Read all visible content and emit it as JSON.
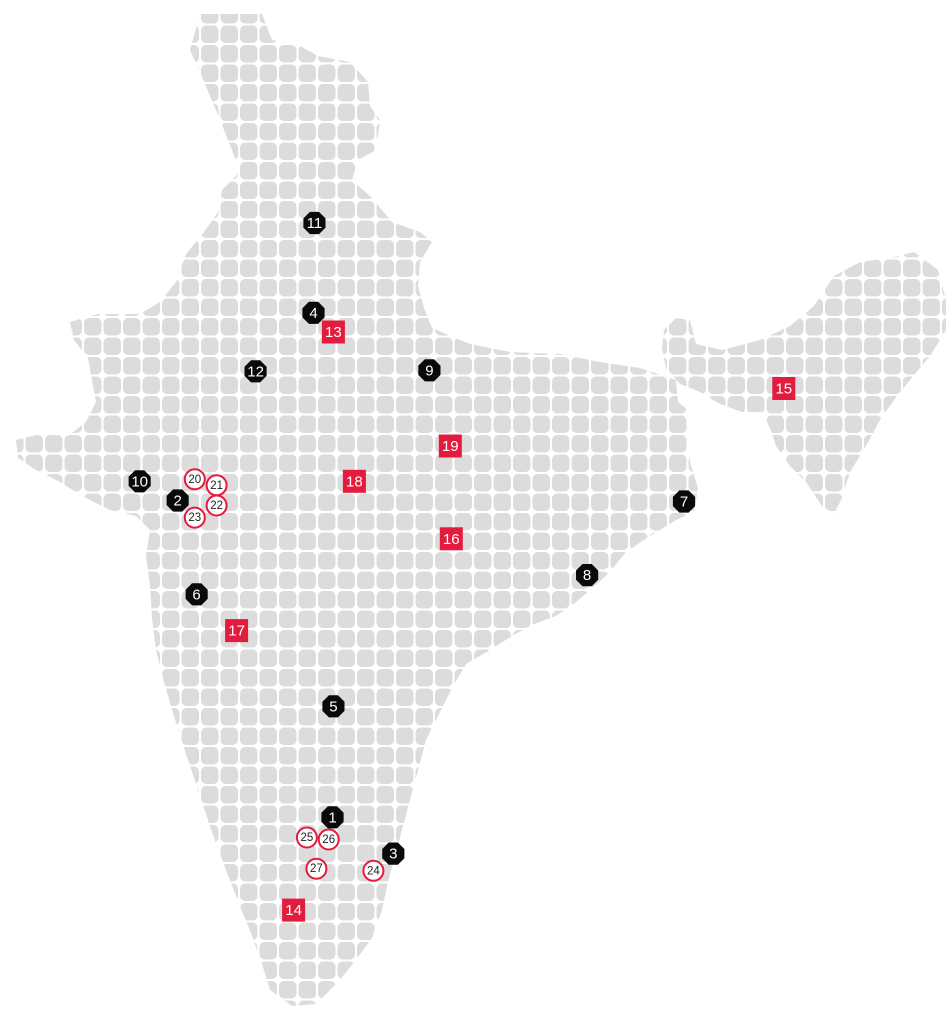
{
  "colors": {
    "land": "#dcdcdd",
    "black_marker": "#0a0a0a",
    "red_marker": "#e31b3c",
    "ring_marker": "#e31b3c"
  },
  "markers": [
    {
      "label": "1",
      "style": "black-octagon",
      "pos": [
        0.35,
        0.81
      ]
    },
    {
      "label": "2",
      "style": "black-octagon",
      "pos": [
        0.187,
        0.496
      ]
    },
    {
      "label": "3",
      "style": "black-octagon",
      "pos": [
        0.414,
        0.846
      ]
    },
    {
      "label": "4",
      "style": "black-octagon",
      "pos": [
        0.33,
        0.31
      ]
    },
    {
      "label": "5",
      "style": "black-octagon",
      "pos": [
        0.351,
        0.7
      ]
    },
    {
      "label": "6",
      "style": "black-octagon",
      "pos": [
        0.207,
        0.589
      ]
    },
    {
      "label": "7",
      "style": "black-octagon",
      "pos": [
        0.72,
        0.497
      ]
    },
    {
      "label": "8",
      "style": "black-octagon",
      "pos": [
        0.618,
        0.57
      ]
    },
    {
      "label": "9",
      "style": "black-octagon",
      "pos": [
        0.452,
        0.367
      ]
    },
    {
      "label": "10",
      "style": "black-octagon",
      "pos": [
        0.147,
        0.477
      ]
    },
    {
      "label": "11",
      "style": "black-octagon",
      "pos": [
        0.331,
        0.221
      ]
    },
    {
      "label": "12",
      "style": "black-octagon",
      "pos": [
        0.269,
        0.368
      ]
    },
    {
      "label": "13",
      "style": "red-square",
      "pos": [
        0.351,
        0.329
      ]
    },
    {
      "label": "14",
      "style": "red-square",
      "pos": [
        0.309,
        0.902
      ]
    },
    {
      "label": "15",
      "style": "red-square",
      "pos": [
        0.825,
        0.385
      ]
    },
    {
      "label": "16",
      "style": "red-square",
      "pos": [
        0.475,
        0.534
      ]
    },
    {
      "label": "17",
      "style": "red-square",
      "pos": [
        0.249,
        0.625
      ]
    },
    {
      "label": "18",
      "style": "red-square",
      "pos": [
        0.373,
        0.477
      ]
    },
    {
      "label": "19",
      "style": "red-square",
      "pos": [
        0.474,
        0.442
      ]
    },
    {
      "label": "20",
      "style": "red-ring",
      "pos": [
        0.205,
        0.475
      ]
    },
    {
      "label": "21",
      "style": "red-ring",
      "pos": [
        0.228,
        0.481
      ]
    },
    {
      "label": "22",
      "style": "red-ring",
      "pos": [
        0.228,
        0.501
      ]
    },
    {
      "label": "23",
      "style": "red-ring",
      "pos": [
        0.205,
        0.513
      ]
    },
    {
      "label": "24",
      "style": "red-ring",
      "pos": [
        0.393,
        0.863
      ]
    },
    {
      "label": "25",
      "style": "red-ring",
      "pos": [
        0.323,
        0.83
      ]
    },
    {
      "label": "26",
      "style": "red-ring",
      "pos": [
        0.346,
        0.832
      ]
    },
    {
      "label": "27",
      "style": "red-ring",
      "pos": [
        0.333,
        0.861
      ]
    }
  ]
}
